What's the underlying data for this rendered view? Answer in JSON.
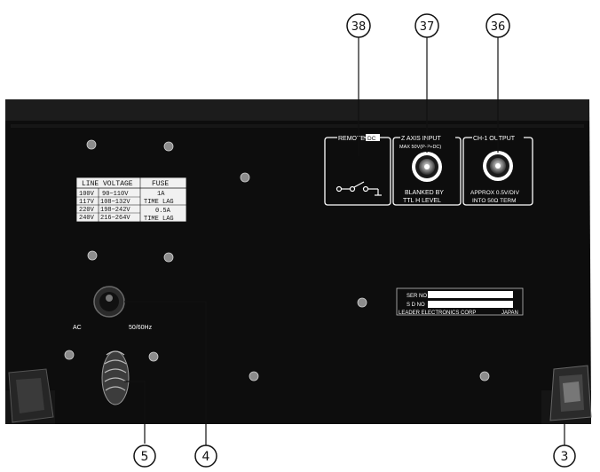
{
  "callouts": {
    "c38": "38",
    "c37": "37",
    "c36": "36",
    "c5": "5",
    "c4": "4",
    "c3": "3"
  },
  "remote": {
    "title": "REMOTE",
    "badge": "DC"
  },
  "z_axis": {
    "title": "Z AXIS INPUT",
    "max": "MAX 50V(P-P+DC)",
    "line1": "BLANKED BY",
    "line2": "TTL H LEVEL"
  },
  "ch1": {
    "title": "CH-1 OUTPUT",
    "line1": "APPROX 0.5V/DIV",
    "line2": "INTO 50Ω TERM"
  },
  "voltage_table": {
    "headers": [
      "LINE",
      "VOLTAGE",
      "FUSE"
    ],
    "rows": [
      [
        "100V",
        "90~110V"
      ],
      [
        "117V",
        "108~132V"
      ],
      [
        "220V",
        "198~242V"
      ],
      [
        "240V",
        "216~264V"
      ]
    ],
    "fuse_1": [
      "1A",
      "TIME LAG"
    ],
    "fuse_2": [
      "0.5A",
      "TIME LAG"
    ]
  },
  "ac_label": "AC",
  "ac_freq": "50/60Hz",
  "serial_plate": {
    "ser_no": "SER NO",
    "sd_no": "S D NO",
    "maker": "LEADER ELECTRONICS CORP",
    "country": "JAPAN"
  },
  "colors": {
    "panel": "#0d0d0d",
    "print": "#ffffff",
    "ink": "#111111"
  }
}
